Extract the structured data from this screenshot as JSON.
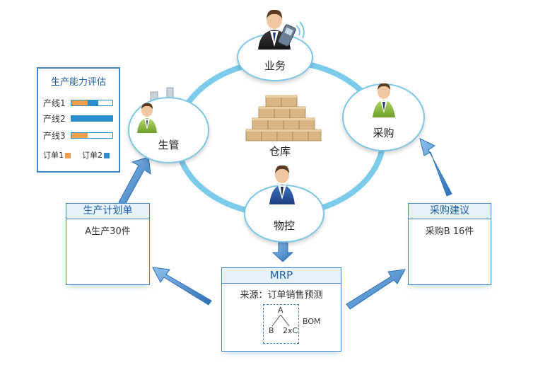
{
  "colors": {
    "ring": "#7ccbea",
    "accent": "#2a8fc9",
    "order1": "#f0a04b",
    "order2": "#2a8fc9",
    "arrow": "#3f86c6"
  },
  "nodes": {
    "business": "业务",
    "production": "生管",
    "warehouse": "仓库",
    "purchase": "采购",
    "material_control": "物控"
  },
  "capacity": {
    "title": "生产能力评估",
    "lines": [
      {
        "label": "产线1",
        "order1": 0.4,
        "order2": 0.25
      },
      {
        "label": "产线2",
        "order1": 0.0,
        "order2": 1.0
      },
      {
        "label": "产线3",
        "order1": 0.4,
        "order2": 0.0
      }
    ],
    "legend": {
      "order1": "订单1",
      "order2": "订单2"
    }
  },
  "production_plan": {
    "title": "生产计划单",
    "content": "A生产30件"
  },
  "purchase_suggestion": {
    "title": "采购建议",
    "content": "采购B 16件"
  },
  "mrp": {
    "title": "MRP",
    "source": "来源：订单销售预测",
    "bom": {
      "parent": "A",
      "child1": "B",
      "child2": "2xC",
      "label": "BOM"
    }
  },
  "icons": [
    "businessman-phone-icon",
    "businessman-icon",
    "factory-icon",
    "boxes-icon"
  ]
}
